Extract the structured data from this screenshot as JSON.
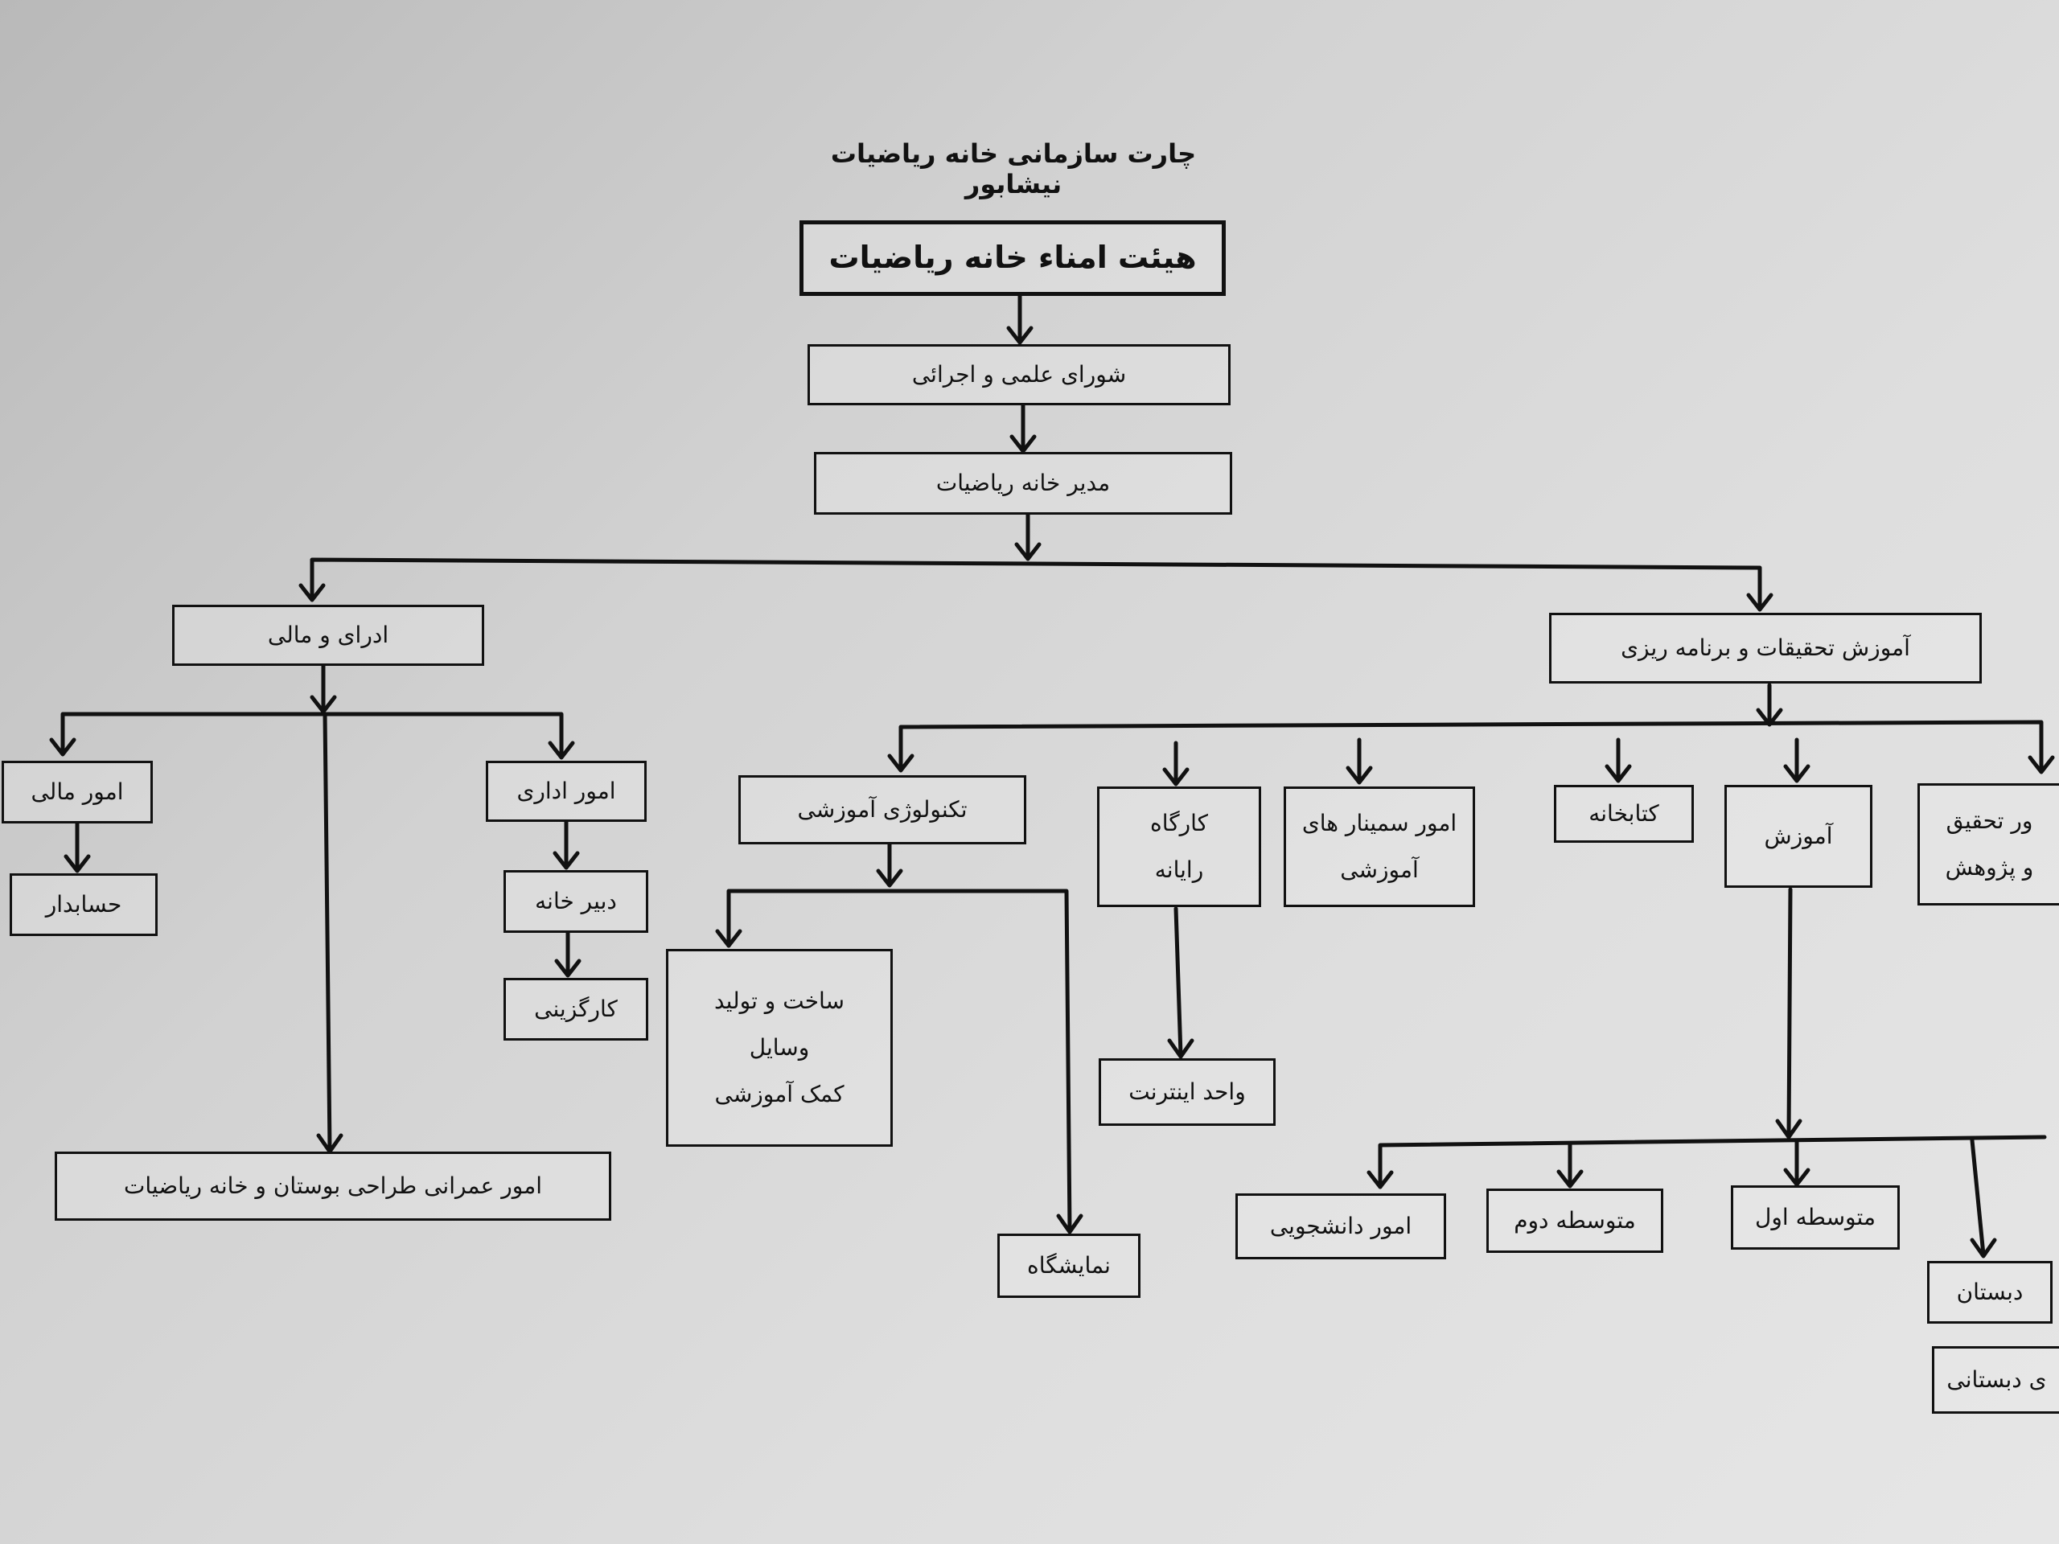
{
  "title": "چارت سازمانی خانه ریاضیات نیشابور",
  "nodes": {
    "board": "هیئت امناء خانه ریاضیات",
    "council": "شورای علمی و اجرائی",
    "manager": "مدیر خانه ریاضیات",
    "admin_finance": "ادرای و مالی",
    "research_planning": "آموزش تحقیقات و برنامه ریزی",
    "financial_affairs": "امور مالی",
    "accountant": "حسابدار",
    "administrative_affairs": "امور اداری",
    "house_secretary": "دبیر خانه",
    "personnel": "کارگزینی",
    "construction": "امور عمرانی طراحی بوستان و خانه ریاضیات",
    "ed_technology": "تکنولوژی آموزشی",
    "production": {
      "line1": "ساخت و تولید",
      "line2": "وسایل",
      "line3": "کمک آموزشی"
    },
    "exhibition": "نمایشگاه",
    "computer_workshop": {
      "line1": "کارگاه",
      "line2": "رایانه"
    },
    "internet_unit": "واحد اینترنت",
    "seminars": {
      "line1": "امور سمینار های",
      "line2": "آموزشی"
    },
    "library": "کتابخانه",
    "education": "آموزش",
    "research": {
      "line1": "ور تحقیق",
      "line2": "و پژوهش"
    },
    "first_secondary": "متوسطه اول",
    "second_secondary": "متوسطه دوم",
    "student_affairs": "امور دانشجویی",
    "elementary": "دبستان",
    "preschool": "ی دبستانی"
  }
}
